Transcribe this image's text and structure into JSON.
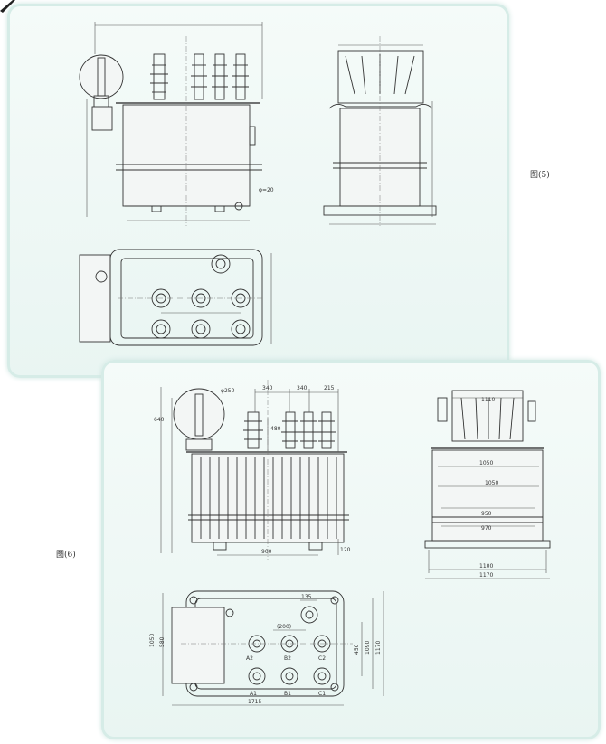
{
  "figure_labels": {
    "fig5": "图(5)",
    "fig6": "图(6)"
  },
  "fig6_dimensions": {
    "bushing_spacing_a": "340",
    "bushing_spacing_b": "340",
    "bushing_offset": "215",
    "conservator_diameter": "φ250",
    "conservator_height": "640",
    "bushing_height": "480",
    "foot_offset": "120",
    "base_width": "900",
    "top_cover_width": "1110",
    "tank_width_outer": "1050",
    "tank_width_inner": "1050",
    "body_width": "950",
    "base_frame_width": "970",
    "total_width_a": "1100",
    "total_width_b": "1170",
    "plan_tank_height": "1050",
    "plan_box_height": "580",
    "plan_height_a": "1090",
    "plan_height_b": "1170",
    "plan_inner_height": "450",
    "plan_pitch": "(200)",
    "plan_hole_offset": "135",
    "plan_total_length": "1715",
    "lv_labels": [
      "A2",
      "B2",
      "C2"
    ],
    "hv_labels": [
      "A1",
      "B1",
      "C1"
    ]
  },
  "colors": {
    "panel_bg": "#eef7f5",
    "panel_edge": "#d6ece7",
    "line": "#333333"
  }
}
